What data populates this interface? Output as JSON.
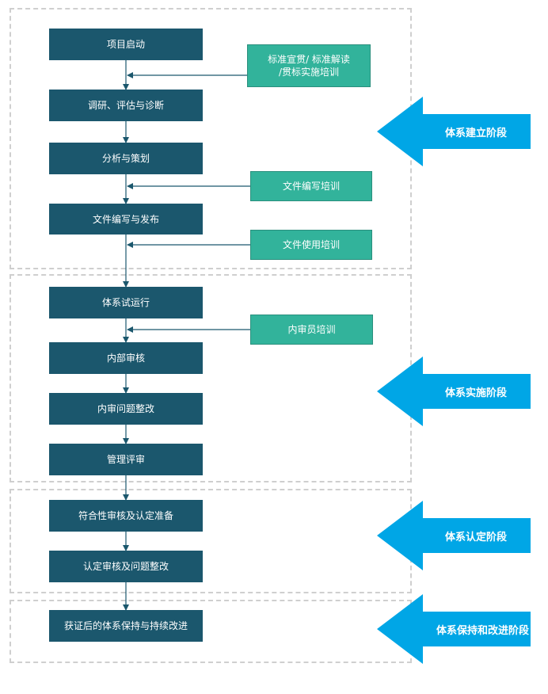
{
  "steps": {
    "s1": "项目启动",
    "s2": "调研、评估与诊断",
    "s3": "分析与策划",
    "s4": "文件编写与发布",
    "s5": "体系试运行",
    "s6": "内部审核",
    "s7": "内审问题整改",
    "s8": "管理评审",
    "s9": "符合性审核及认定准备",
    "s10": "认定审核及问题整改",
    "s11": "获证后的体系保持与持续改进"
  },
  "trainings": {
    "t1_line1": "标准宣贯/ 标准解读",
    "t1_line2": "/贯标实施培训",
    "t2": "文件编写培训",
    "t3": "文件使用培训",
    "t4": "内审员培训"
  },
  "phases": {
    "p1": "体系建立阶段",
    "p2": "体系实施阶段",
    "p3": "体系认定阶段",
    "p4": "体系保持和改进阶段"
  },
  "colors": {
    "step": "#1b576d",
    "training": "#32b39b",
    "phase_arrow": "#00a6e6",
    "connector": "#1b576d",
    "dashed_border": "#cfcfcf"
  }
}
